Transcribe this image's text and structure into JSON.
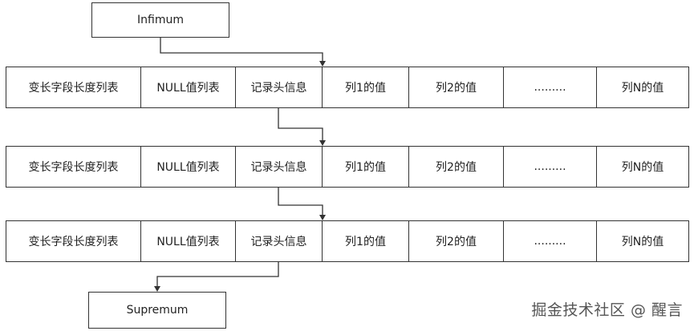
{
  "infimum": "Infimum",
  "supremum": "Supremum",
  "columns": [
    "变长字段长度列表",
    "NULL值列表",
    "记录头信息",
    "列1的值",
    "列2的值",
    ".........",
    "列N的值"
  ],
  "records": [
    {
      "cells": [
        "变长字段长度列表",
        "NULL值列表",
        "记录头信息",
        "列1的值",
        "列2的值",
        ".........",
        "列N的值"
      ]
    },
    {
      "cells": [
        "变长字段长度列表",
        "NULL值列表",
        "记录头信息",
        "列1的值",
        "列2的值",
        ".........",
        "列N的值"
      ]
    },
    {
      "cells": [
        "变长字段长度列表",
        "NULL值列表",
        "记录头信息",
        "列1的值",
        "列2的值",
        ".........",
        "列N的值"
      ]
    }
  ],
  "watermark": "掘金技术社区 @ 醒言"
}
